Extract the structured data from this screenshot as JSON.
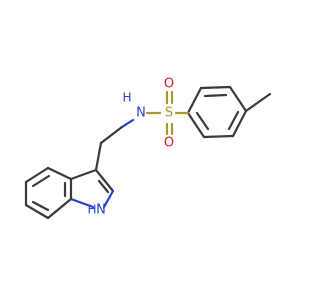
{
  "molecule": {
    "atoms": {
      "sulfonamide_n": "N",
      "sulfonamide_h": "H",
      "sulfur": "S",
      "oxygen_top": "O",
      "oxygen_bottom": "O",
      "indole_n": "N",
      "indole_h": "H"
    },
    "colors": {
      "bond": "#3a3a3a",
      "nitrogen": "#2a3dd4",
      "oxygen": "#e01e1e",
      "sulfur": "#a59f2c"
    }
  }
}
